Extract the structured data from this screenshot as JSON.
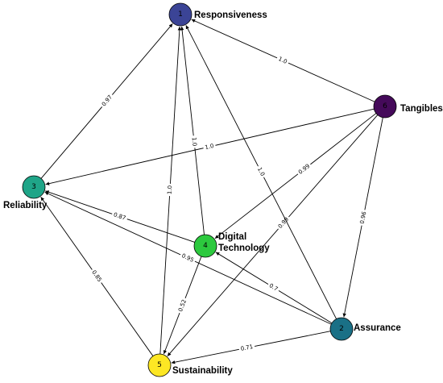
{
  "nodes": [
    {
      "id": "1",
      "number": "1",
      "label_lines": [
        "Responsiveness"
      ],
      "color": "#3b4496"
    },
    {
      "id": "2",
      "number": "2",
      "label_lines": [
        "Assurance"
      ],
      "color": "#1a7086"
    },
    {
      "id": "3",
      "number": "3",
      "label_lines": [
        "Reliability"
      ],
      "color": "#1fa588"
    },
    {
      "id": "4",
      "number": "4",
      "label_lines": [
        "Digital",
        "Technology"
      ],
      "color": "#2cc93e"
    },
    {
      "id": "5",
      "number": "5",
      "label_lines": [
        "Sustainability"
      ],
      "color": "#fde724"
    },
    {
      "id": "6",
      "number": "6",
      "label_lines": [
        "Tangibles"
      ],
      "color": "#450a5a"
    }
  ],
  "edges": [
    {
      "from": "6",
      "to": "1",
      "weight": "1.0"
    },
    {
      "from": "6",
      "to": "3",
      "weight": "1.0"
    },
    {
      "from": "6",
      "to": "4",
      "weight": "0.99"
    },
    {
      "from": "6",
      "to": "5",
      "weight": "0.99"
    },
    {
      "from": "6",
      "to": "2",
      "weight": "0.96"
    },
    {
      "from": "3",
      "to": "1",
      "weight": "0.97"
    },
    {
      "from": "4",
      "to": "1",
      "weight": "1.0"
    },
    {
      "from": "5",
      "to": "1",
      "weight": "1.0"
    },
    {
      "from": "2",
      "to": "1",
      "weight": "1.0"
    },
    {
      "from": "4",
      "to": "3",
      "weight": "0.87"
    },
    {
      "from": "2",
      "to": "3",
      "weight": "0.95"
    },
    {
      "from": "5",
      "to": "3",
      "weight": "0.85"
    },
    {
      "from": "2",
      "to": "4",
      "weight": "0.7"
    },
    {
      "from": "4",
      "to": "5",
      "weight": "0.52"
    },
    {
      "from": "2",
      "to": "5",
      "weight": "0.71"
    }
  ]
}
